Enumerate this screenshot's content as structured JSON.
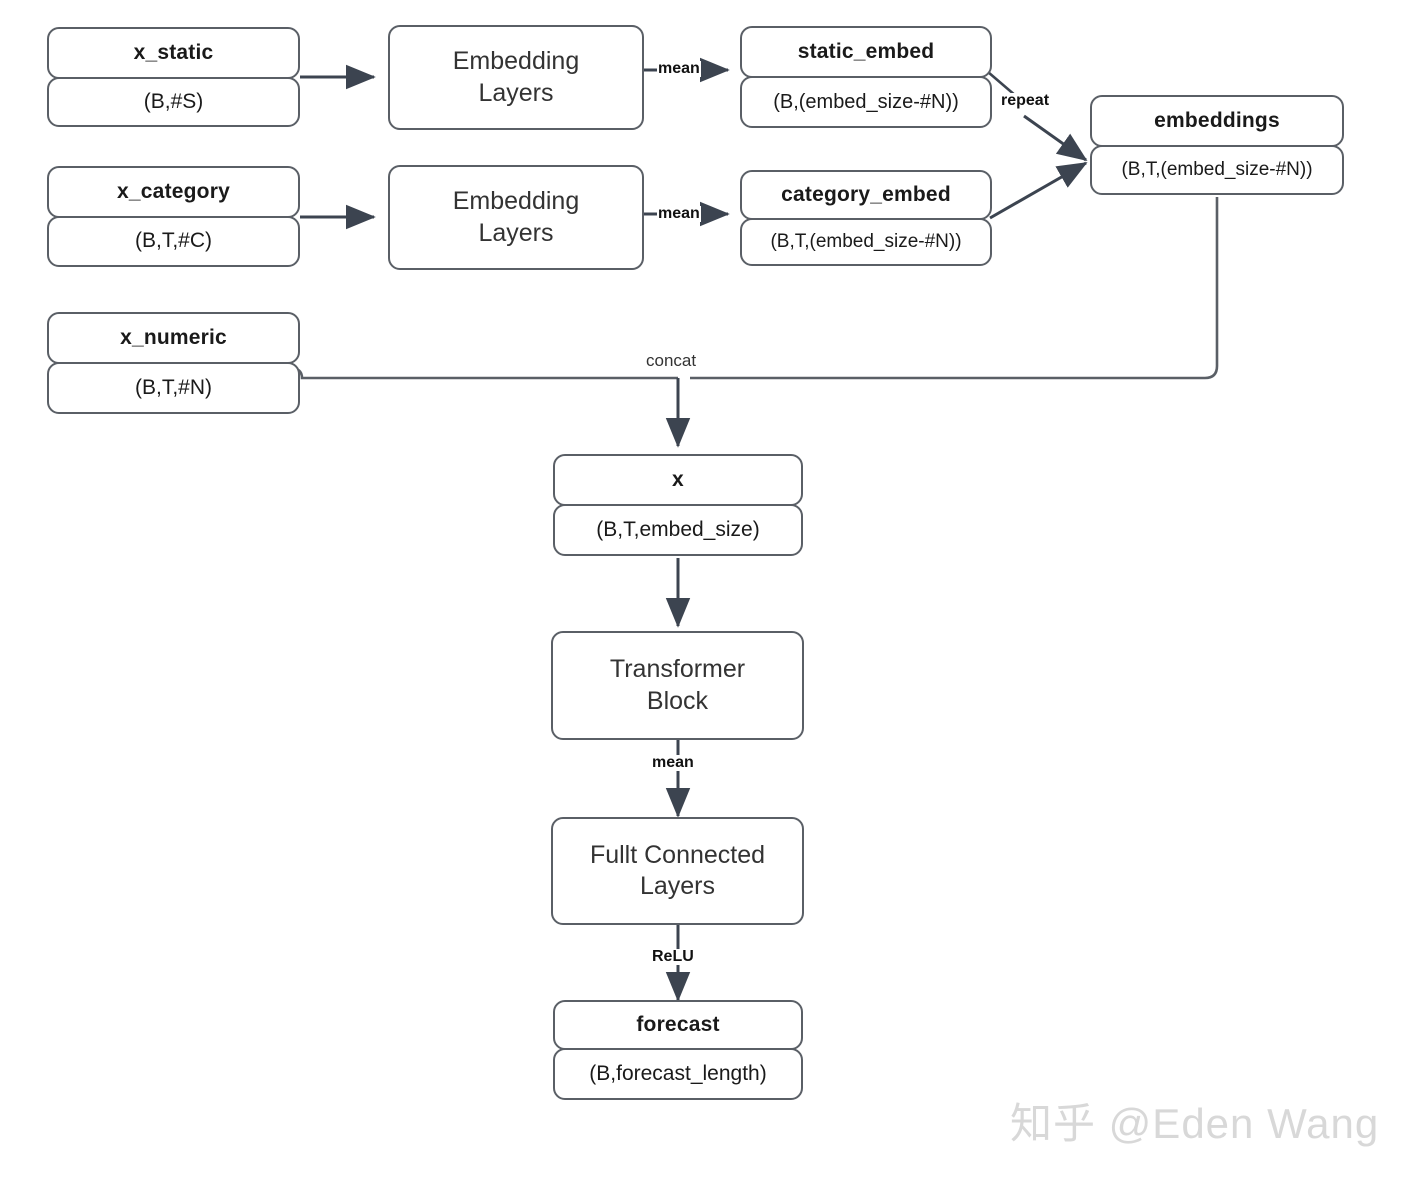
{
  "diagram": {
    "title": "Transformer forecasting model data-flow",
    "stroke_color": "#5a5f66",
    "arrow_color": "#3c4450",
    "background": "#ffffff",
    "watermark": "知乎 @Eden Wang"
  },
  "nodes": {
    "x_static": {
      "name": "x_static",
      "shape": "(B,#S)"
    },
    "embedding_layers_static": {
      "label": "Embedding\nLayers",
      "line1": "Embedding",
      "line2": "Layers"
    },
    "static_embed": {
      "name": "static_embed",
      "shape": "(B,(embed_size-#N))"
    },
    "x_category": {
      "name": "x_category",
      "shape": "(B,T,#C)"
    },
    "embedding_layers_category": {
      "line1": "Embedding",
      "line2": "Layers"
    },
    "category_embed": {
      "name": "category_embed",
      "shape": "(B,T,(embed_size-#N))"
    },
    "embeddings": {
      "name": "embeddings",
      "shape": "(B,T,(embed_size-#N))"
    },
    "x_numeric": {
      "name": "x_numeric",
      "shape": "(B,T,#N)"
    },
    "x": {
      "name": "x",
      "shape": "(B,T,embed_size)"
    },
    "transformer_block": {
      "line1": "Transformer",
      "line2": "Block"
    },
    "fully_connected_layers": {
      "line1": "Fullt Connected",
      "line2": "Layers"
    },
    "forecast": {
      "name": "forecast",
      "shape": "(B,forecast_length)"
    }
  },
  "edge_labels": {
    "mean_static": "mean",
    "mean_category": "mean",
    "repeat": "repeat",
    "concat": "concat",
    "mean_transformer": "mean",
    "relu": "ReLU"
  }
}
